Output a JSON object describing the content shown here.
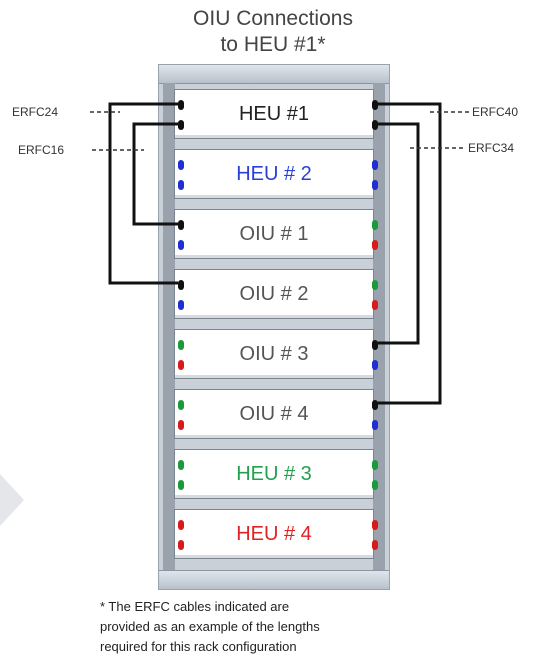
{
  "title": {
    "line1": "OIU Connections",
    "line2": "to HEU #1*"
  },
  "units": [
    {
      "label": "HEU #1",
      "color": "#222222"
    },
    {
      "label": "HEU # 2",
      "color": "#2a3fd6"
    },
    {
      "label": "OIU # 1",
      "color": "#555555"
    },
    {
      "label": "OIU # 2",
      "color": "#555555"
    },
    {
      "label": "OIU # 3",
      "color": "#555555"
    },
    {
      "label": "OIU # 4",
      "color": "#555555"
    },
    {
      "label": "HEU # 3",
      "color": "#22a050"
    },
    {
      "label": "HEU # 4",
      "color": "#e22222"
    }
  ],
  "cables": {
    "left_top": "ERFC24",
    "left_bottom": "ERFC16",
    "right_top": "ERFC40",
    "right_bottom": "ERFC34"
  },
  "footnote": {
    "line1": "* The ERFC cables indicated are",
    "line2": "provided as an example of the lengths",
    "line3": "required for this rack configuration"
  }
}
